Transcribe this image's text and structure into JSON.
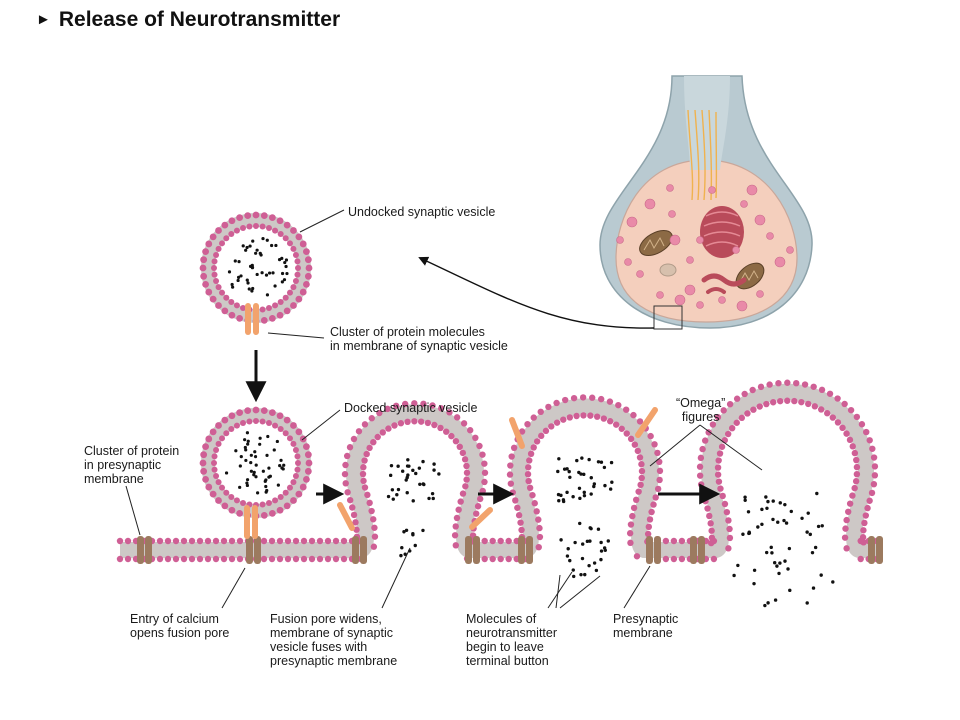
{
  "title": "Release of Neurotransmitter",
  "title_marker": "►",
  "labels": {
    "undocked": [
      "Undocked synaptic vesicle"
    ],
    "vesicle_cluster": [
      "Cluster of protein molecules",
      "in membrane of synaptic vesicle"
    ],
    "docked": [
      "Docked synaptic vesicle"
    ],
    "omega": [
      "“Omega”",
      "figures"
    ],
    "presyn_cluster": [
      "Cluster of protein",
      "in presynaptic",
      "membrane"
    ],
    "calcium": [
      "Entry of calcium",
      "opens fusion pore"
    ],
    "fusion": [
      "Fusion pore widens,",
      "membrane of synaptic",
      "vesicle fuses with",
      "presynaptic membrane"
    ],
    "molecules": [
      "Molecules of",
      "neurotransmitter",
      "begin to leave",
      "terminal button"
    ],
    "presyn_membrane": [
      "Presynaptic",
      "membrane"
    ]
  },
  "colors": {
    "head": "#cf5f95",
    "tail": "#cdc8c6",
    "protein": "#f2a36c",
    "channel": "#9c7a5f",
    "button_fill": "#f5d4c4",
    "axon": "#b6c8cf"
  }
}
